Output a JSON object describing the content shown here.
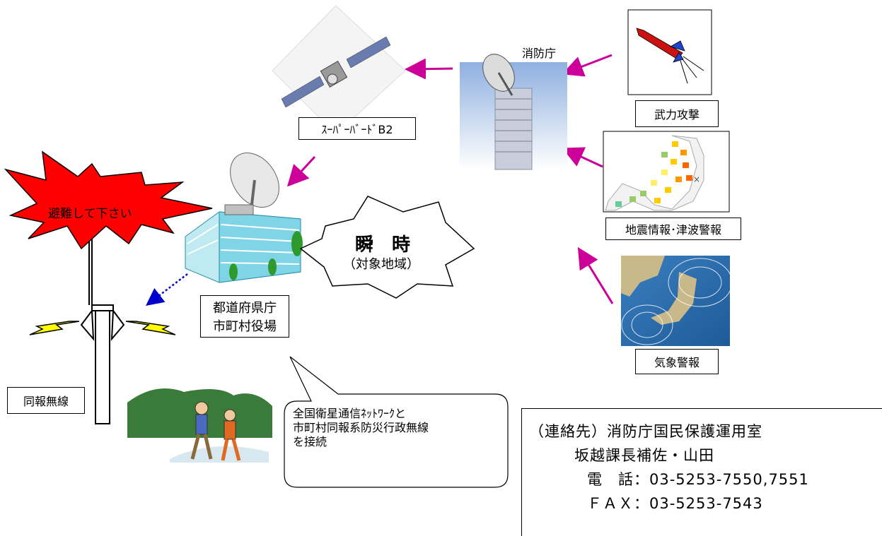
{
  "labels": {
    "fdma": "消防庁",
    "satellite": "ｽｰﾊﾟｰﾊﾞｰﾄﾞB2",
    "armed_attack": "武力攻撃",
    "earthquake": "地震情報･津波警報",
    "weather": "気象警報",
    "office_line1": "都道府県庁",
    "office_line2": "市町村役場",
    "instant": "瞬　時",
    "target_area": "（対象地域）",
    "evacuate": "避難して下さい",
    "broadcast": "同報無線",
    "callout_line1": "全国衛星通信ﾈｯﾄﾜｰｸと",
    "callout_line2": "市町村同報系防災行政無線",
    "callout_line3": "を接続"
  },
  "contact": {
    "line1": "（連絡先）消防庁国民保護運用室",
    "line2": "坂越課長補佐・山田",
    "line3": "電　話：03-5253-7550,7551",
    "line4": "ＦＡＸ：03-5253-7543"
  },
  "colors": {
    "arrow": "#cc0099",
    "burst": "#ff0000",
    "lightning": "#ffff00",
    "dotted_arrow": "#0000cc"
  }
}
